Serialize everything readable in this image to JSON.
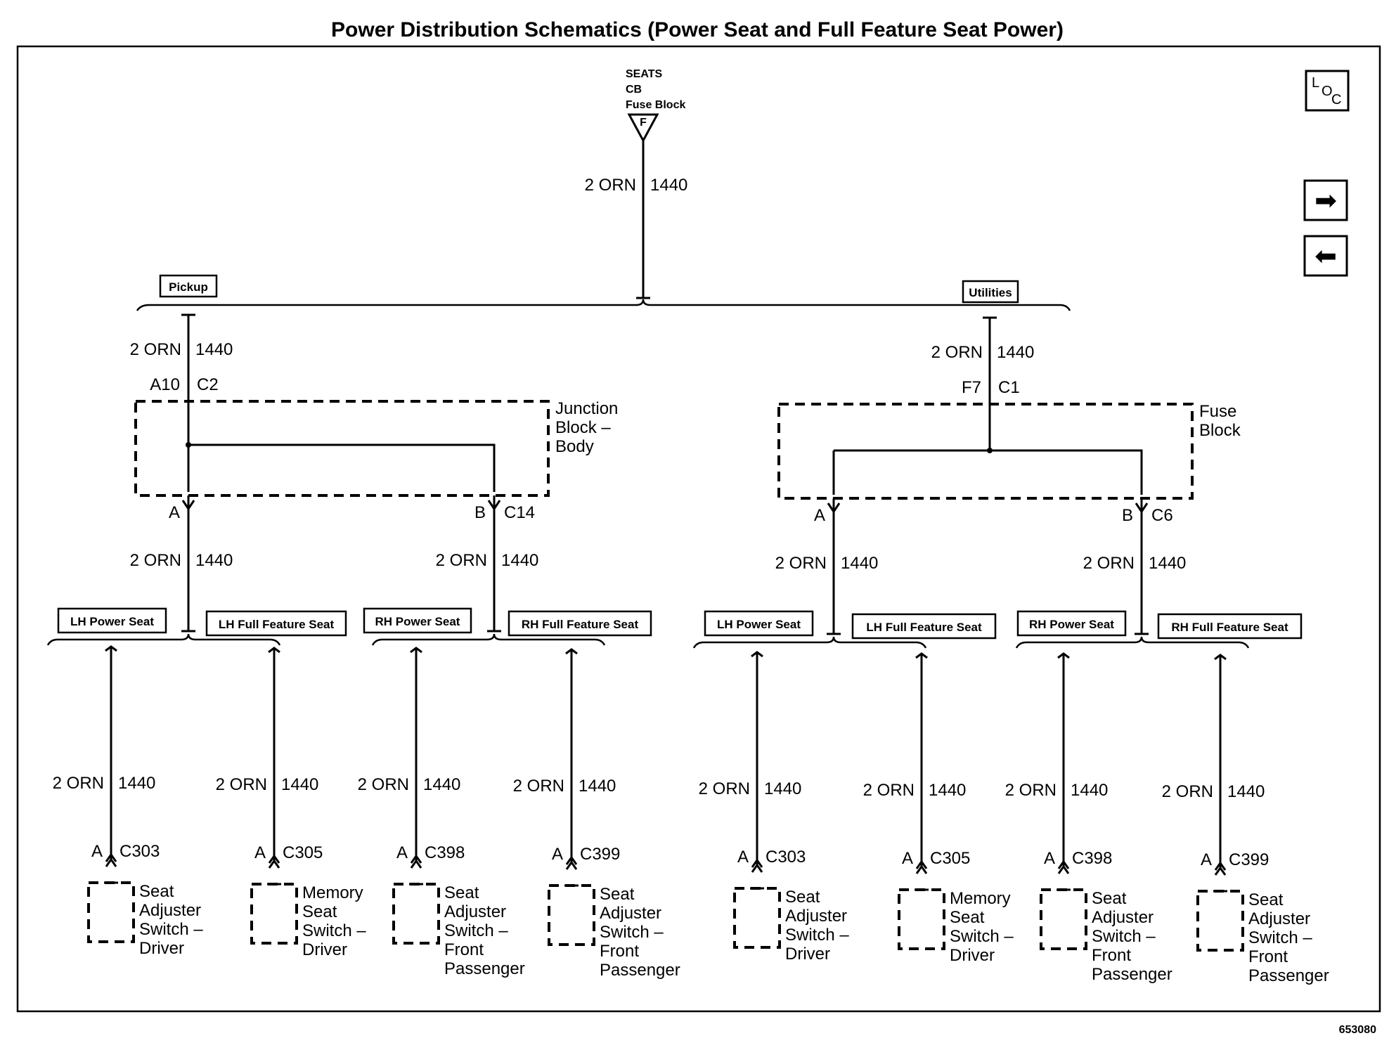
{
  "title": "Power Distribution Schematics (Power Seat and Full Feature Seat Power)",
  "source": {
    "line1": "SEATS",
    "line2": "CB",
    "line3": "Fuse Block",
    "terminal": "F"
  },
  "wire": {
    "gauge": "2 ORN",
    "circuit": "1440"
  },
  "nav": {
    "loc_l": "L",
    "loc_o": "O",
    "loc_c": "C",
    "next_symbol": "➡",
    "prev_symbol": "⬅"
  },
  "drawing_number": "653080",
  "left": {
    "variant": "Pickup",
    "block_in_pin": "A10",
    "block_in_connector": "C2",
    "block_name": [
      "Junction",
      "Block –",
      "Body"
    ],
    "out_pin_a": "A",
    "out_pin_b": "B",
    "out_connector": "C14",
    "groups": [
      {
        "tag_power": "LH Power Seat",
        "tag_full": "LH Full Feature Seat"
      },
      {
        "tag_power": "RH Power Seat",
        "tag_full": "RH Full Feature Seat"
      }
    ],
    "loads": [
      {
        "pin": "A",
        "connector": "C303",
        "name": [
          "Seat",
          "Adjuster",
          "Switch –",
          "Driver"
        ]
      },
      {
        "pin": "A",
        "connector": "C305",
        "name": [
          "Memory",
          "Seat",
          "Switch –",
          "Driver"
        ]
      },
      {
        "pin": "A",
        "connector": "C398",
        "name": [
          "Seat",
          "Adjuster",
          "Switch –",
          "Front",
          "Passenger"
        ]
      },
      {
        "pin": "A",
        "connector": "C399",
        "name": [
          "Seat",
          "Adjuster",
          "Switch –",
          "Front",
          "Passenger"
        ]
      }
    ]
  },
  "right": {
    "variant": "Utilities",
    "block_in_pin": "F7",
    "block_in_connector": "C1",
    "block_name": [
      "Fuse",
      "Block"
    ],
    "out_pin_a": "A",
    "out_pin_b": "B",
    "out_connector": "C6",
    "groups": [
      {
        "tag_power": "LH Power Seat",
        "tag_full": "LH Full Feature Seat"
      },
      {
        "tag_power": "RH Power Seat",
        "tag_full": "RH Full Feature Seat"
      }
    ],
    "loads": [
      {
        "pin": "A",
        "connector": "C303",
        "name": [
          "Seat",
          "Adjuster",
          "Switch –",
          "Driver"
        ]
      },
      {
        "pin": "A",
        "connector": "C305",
        "name": [
          "Memory",
          "Seat",
          "Switch –",
          "Driver"
        ]
      },
      {
        "pin": "A",
        "connector": "C398",
        "name": [
          "Seat",
          "Adjuster",
          "Switch –",
          "Front",
          "Passenger"
        ]
      },
      {
        "pin": "A",
        "connector": "C399",
        "name": [
          "Seat",
          "Adjuster",
          "Switch –",
          "Front",
          "Passenger"
        ]
      }
    ]
  }
}
